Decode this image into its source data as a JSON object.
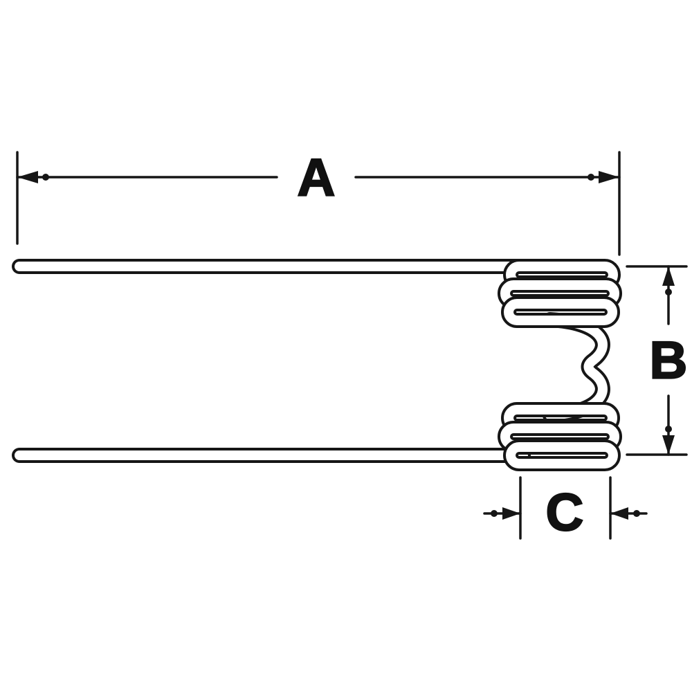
{
  "page": {
    "background": "#ffffff"
  },
  "diagram": {
    "type": "technical-line-drawing",
    "subject": "double-coil spring tine with dimension callouts",
    "line_color": "#161616",
    "label_color": "#111111",
    "dimensions": {
      "a": {
        "label": "A",
        "orientation": "horizontal",
        "position": "top"
      },
      "b": {
        "label": "B",
        "orientation": "vertical",
        "position": "right"
      },
      "c": {
        "label": "C",
        "orientation": "horizontal",
        "position": "bottom"
      }
    }
  }
}
